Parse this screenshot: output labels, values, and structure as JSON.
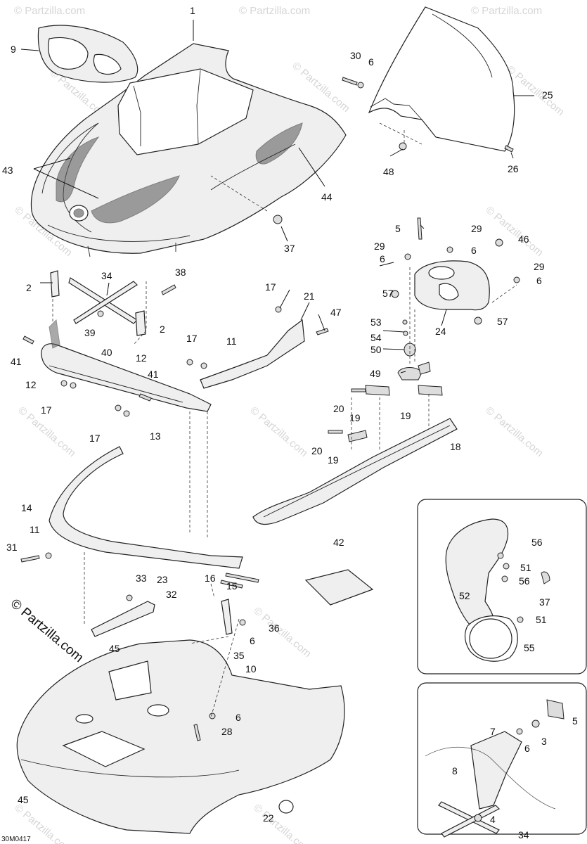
{
  "diagram": {
    "reference_code": "30M0417",
    "watermark": "© Partzilla.com",
    "callouts": [
      "1",
      "2",
      "2",
      "3",
      "4",
      "5",
      "5",
      "6",
      "6",
      "6",
      "6",
      "6",
      "6",
      "7",
      "8",
      "9",
      "10",
      "11",
      "11",
      "12",
      "12",
      "13",
      "14",
      "15",
      "16",
      "17",
      "17",
      "17",
      "17",
      "18",
      "19",
      "19",
      "19",
      "20",
      "20",
      "21",
      "22",
      "23",
      "24",
      "25",
      "26",
      "28",
      "29",
      "29",
      "29",
      "30",
      "31",
      "32",
      "33",
      "34",
      "34",
      "35",
      "36",
      "37",
      "37",
      "38",
      "39",
      "40",
      "41",
      "41",
      "42",
      "43",
      "44",
      "45",
      "45",
      "46",
      "47",
      "48",
      "49",
      "50",
      "51",
      "51",
      "52",
      "53",
      "54",
      "55",
      "56",
      "56",
      "57",
      "57"
    ]
  }
}
